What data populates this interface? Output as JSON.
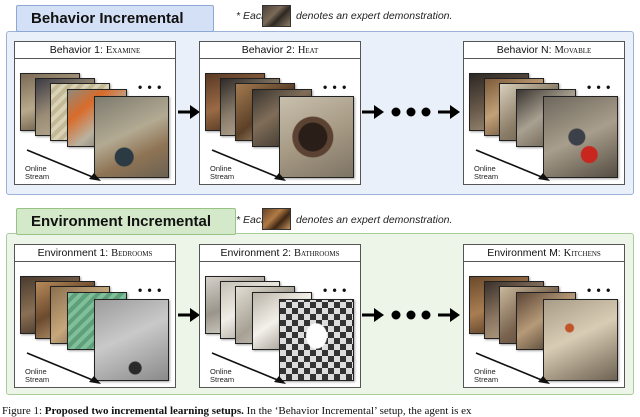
{
  "behavior": {
    "tag": "Behavior Incremental",
    "note_star": "*",
    "note_each": "Each",
    "note_rest": "denotes an expert demonstration.",
    "panels": [
      {
        "prefix": "Behavior 1:",
        "name": "Examine"
      },
      {
        "prefix": "Behavior 2:",
        "name": "Heat"
      },
      {
        "prefix": "Behavior N:",
        "name": "Movable"
      }
    ]
  },
  "environment": {
    "tag": "Environment Incremental",
    "note_star": "*",
    "note_each": "Each",
    "note_rest": "denotes an expert demonstration.",
    "panels": [
      {
        "prefix": "Environment 1:",
        "name": "Bedrooms"
      },
      {
        "prefix": "Environment 2:",
        "name": "Bathrooms"
      },
      {
        "prefix": "Environment M:",
        "name": "Kitchens"
      }
    ]
  },
  "online_stream": {
    "line1": "Online",
    "line2": "Stream"
  },
  "stack_dots": "• • •",
  "caption": {
    "prefix": "Figure 1:",
    "bold": "Proposed two incremental learning setups.",
    "rest": "In the ‘Behavior Incremental’ setup, the agent is ex"
  },
  "colors": {
    "behavior_bg": "#eaf0fa",
    "behavior_accent": "#d4e0f5",
    "env_bg": "#ecf5e8",
    "env_accent": "#d3e9c9"
  }
}
